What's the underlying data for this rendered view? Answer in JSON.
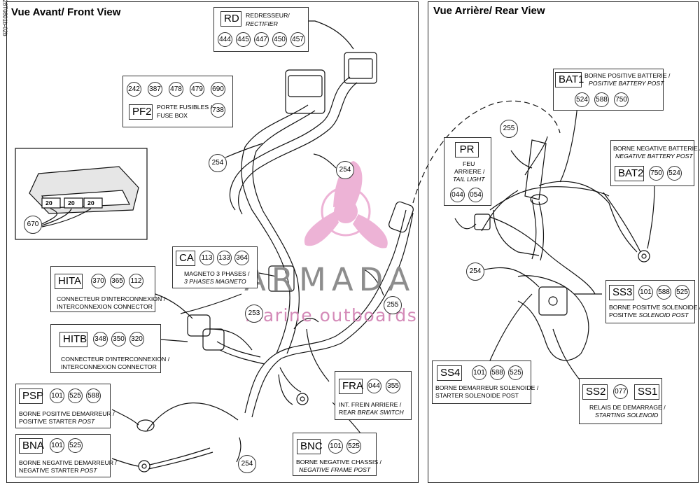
{
  "document_id": "28T0801b-02b",
  "panels": {
    "front_title": "Vue Avant/ Front View",
    "rear_title": "Vue Arrière/ Rear View"
  },
  "watermark": {
    "brand": "ARMADA",
    "tagline": "marine outboards",
    "color": "#e9a0c9"
  },
  "connectors": {
    "rd": {
      "code": "RD",
      "line1": "REDRESSEUR/",
      "line2": "RECTIFIER",
      "pins": [
        "444",
        "445",
        "447",
        "450",
        "457"
      ]
    },
    "pf2": {
      "code": "PF2",
      "line1": "PORTE FUSIBLES /",
      "line2": "FUSE BOX",
      "pins": [
        "242",
        "387",
        "478",
        "479",
        "690"
      ],
      "pin_main": "738"
    },
    "ca": {
      "code": "CA",
      "line1": "MAGNETO 3 PHASES /",
      "line2": "3 PHASES MAGNETO",
      "pins": [
        "113",
        "133",
        "364"
      ]
    },
    "hita": {
      "code": "HITA",
      "line1": "CONNECTEUR D'INTERCONNEXION /",
      "line2": "INTERCONNEXION CONNECTOR",
      "pins": [
        "370",
        "365",
        "112"
      ]
    },
    "hitb": {
      "code": "HITB",
      "line1": "CONNECTEUR D'INTERCONNEXION /",
      "line2": "INTERCONNEXION CONNECTOR",
      "pins": [
        "348",
        "350",
        "320"
      ]
    },
    "psp": {
      "code": "PSP",
      "line1": "BORNE POSITIVE DEMARREUR /",
      "line2a": "POSITIVE STARTER ",
      "line2b": "POST",
      "pins": [
        "101",
        "525",
        "588"
      ]
    },
    "bna": {
      "code": "BNA",
      "line1": "BORNE NEGATIVE DEMARREUR /",
      "line2a": "NEGATIVE STARTER ",
      "line2b": "POST",
      "pins": [
        "101",
        "525"
      ]
    },
    "fra": {
      "code": "FRA",
      "line1": "INT. FREIN ARRIERE /",
      "line2a": "REAR ",
      "line2b": "BREAK SWITCH",
      "pins": [
        "044",
        "355"
      ]
    },
    "bnc": {
      "code": "BNC",
      "line1": "BORNE NEGATIVE CHASSIS /",
      "line2": "NEGATIVE FRAME POST",
      "pins": [
        "101",
        "525"
      ]
    },
    "pr": {
      "code": "PR",
      "line1": "FEU",
      "line2": "ARRIERE /",
      "line3": "TAIL LIGHT",
      "pins": [
        "044",
        "054"
      ]
    },
    "bat1": {
      "code": "BAT1",
      "line1": "BORNE POSITIVE BATTERIE /",
      "line2": "POSITIVE BATTERY POST",
      "pins": [
        "524",
        "588",
        "750"
      ]
    },
    "bat2": {
      "code": "BAT2",
      "line1": "BORNE NEGATIVE BATTERIE /",
      "line2": "NEGATIVE BATTERY POST",
      "pins": [
        "750",
        "524"
      ]
    },
    "ss3": {
      "code": "SS3",
      "line1": "BORNE POSITIVE SOLENOIDE /",
      "line2a": "POSITIVE ",
      "line2b": "SOLENOID POST",
      "pins": [
        "101",
        "588",
        "525"
      ]
    },
    "ss4": {
      "code": "SS4",
      "line1": "BORNE DEMARREUR SOLENOIDE /",
      "line2": "STARTER SOLENOIDE POST",
      "pins": [
        "101",
        "588",
        "525"
      ]
    },
    "ss": {
      "code_a": "SS2",
      "code_b": "SS1",
      "pin": "077",
      "line1": "RELAIS DE DEMARRAGE /",
      "line2": "STARTING SOLENOID"
    }
  },
  "fuse_block": {
    "ratings": [
      "20",
      "20",
      "20"
    ],
    "ref": "670"
  },
  "harness_refs": {
    "r254a": "254",
    "r254b": "254",
    "r254c": "254",
    "r254d": "254",
    "r255a": "255",
    "r255b": "255",
    "r253": "253"
  }
}
